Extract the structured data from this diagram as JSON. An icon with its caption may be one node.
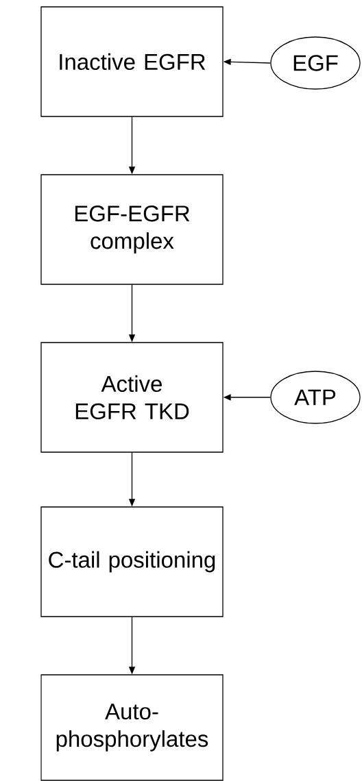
{
  "diagram": {
    "nodes": [
      {
        "text": [
          "Inactive EGFR"
        ]
      },
      {
        "text": [
          "EGF"
        ]
      },
      {
        "text": [
          "EGF-EGFR complex"
        ]
      },
      {
        "text": [
          "Active EGFR TKD"
        ]
      },
      {
        "text": [
          "ATP"
        ]
      },
      {
        "text": [
          "C-tail positioning"
        ]
      },
      {
        "text": [
          "Auto-phosphorylates"
        ]
      }
    ],
    "edges": [
      {
        "from": 1,
        "to": 0,
        "arrow": "to"
      },
      {
        "from": 0,
        "to": 2,
        "arrow": "to"
      },
      {
        "from": 2,
        "to": 3,
        "arrow": "to"
      },
      {
        "from": 4,
        "to": 3,
        "arrow": "to"
      },
      {
        "from": 3,
        "to": 5,
        "arrow": "to"
      },
      {
        "from": 5,
        "to": 6,
        "arrow": "to"
      }
    ]
  }
}
